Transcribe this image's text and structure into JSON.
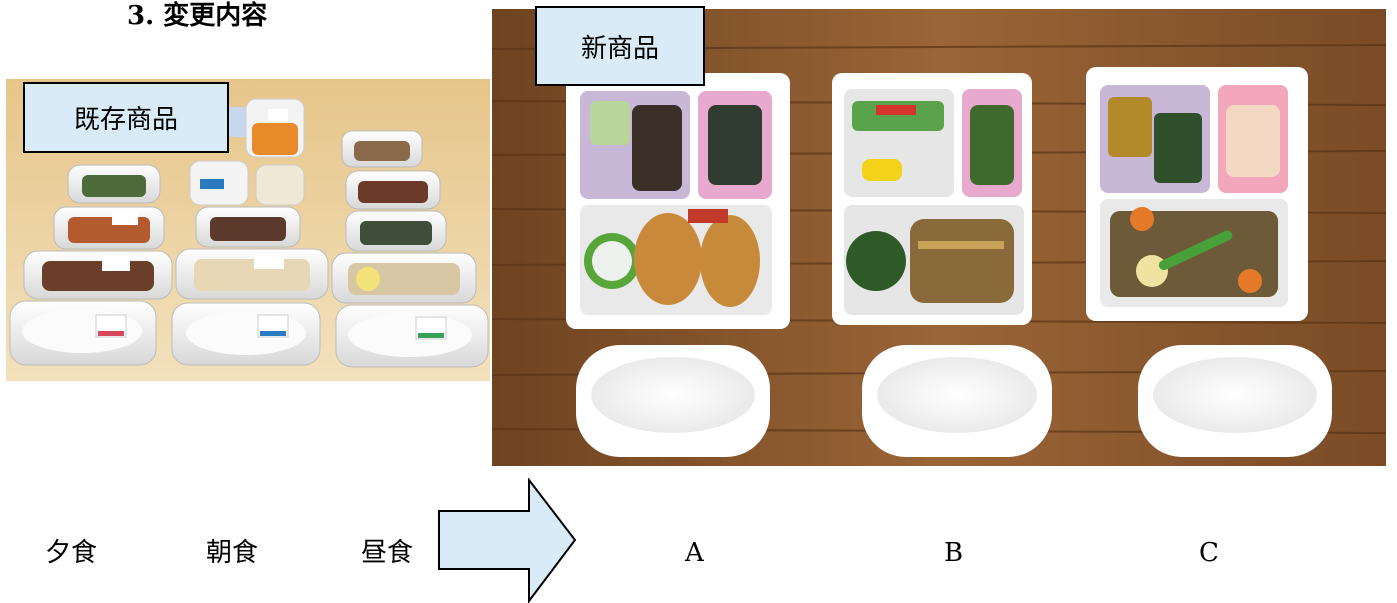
{
  "heading": "3. 変更内容",
  "old_label": "既存商品",
  "new_label": "新商品",
  "old_meals": [
    "夕食",
    "朝食",
    "昼食"
  ],
  "new_meals": [
    "A",
    "B",
    "C"
  ],
  "colors": {
    "label_fill": "#d9ebf6",
    "arrow_fill": "#d9ebf6",
    "wood": "#8a5a2e"
  },
  "icons": {
    "arrow": "right-arrow-icon"
  }
}
